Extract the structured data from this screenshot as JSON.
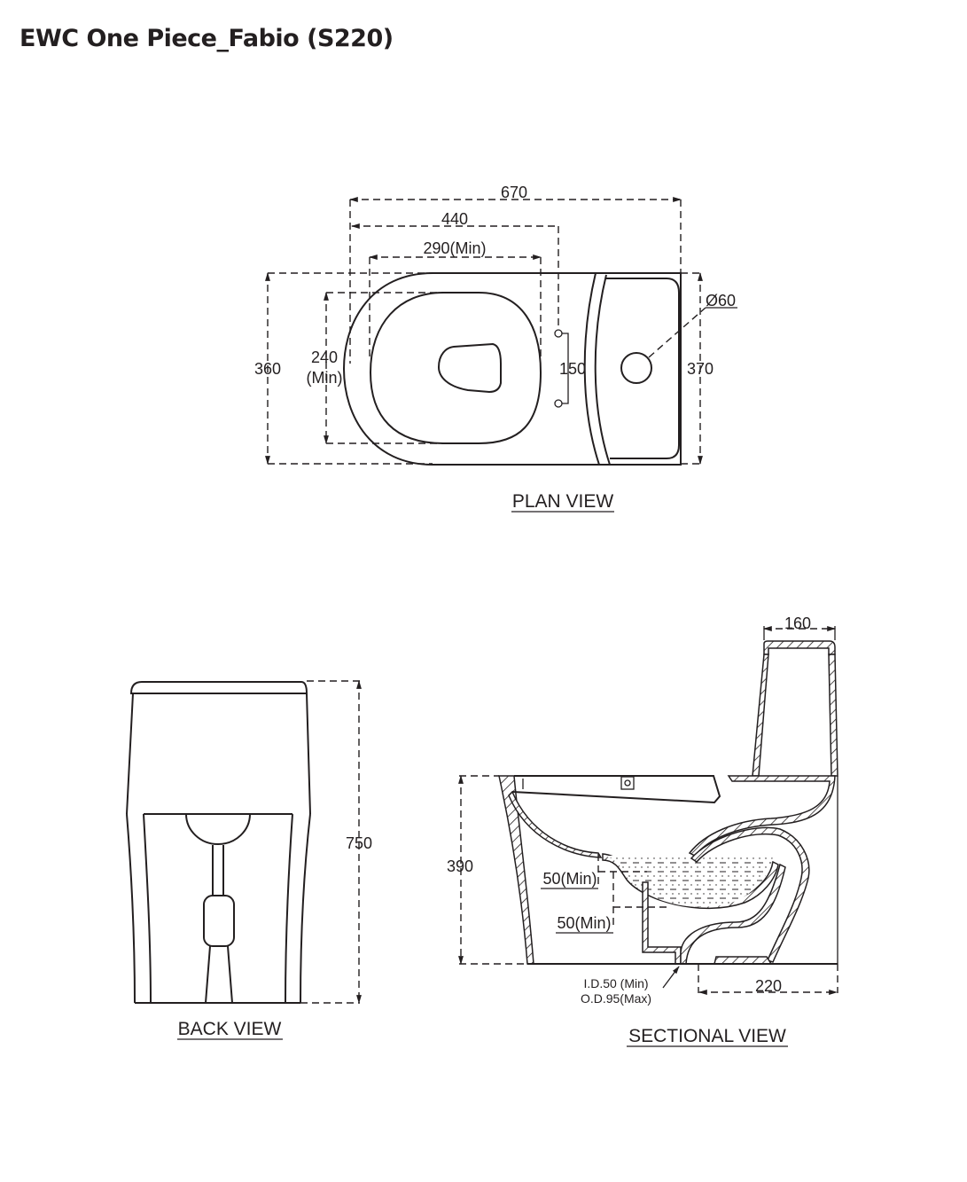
{
  "title": "EWC One Piece_Fabio (S220)",
  "plan_view": {
    "label": "PLAN VIEW",
    "dimensions": {
      "overall_length": "670",
      "bowl_length": "440",
      "seat_opening_length": "290(Min)",
      "seat_opening_width": "240",
      "seat_opening_width_note": "(Min)",
      "overall_width_left": "360",
      "overall_width_right": "370",
      "seat_hole_spacing": "150",
      "tank_hole_diameter": "Ø60"
    }
  },
  "back_view": {
    "label": "BACK VIEW",
    "dimensions": {
      "overall_height": "750"
    }
  },
  "sectional_view": {
    "label": "SECTIONAL VIEW",
    "dimensions": {
      "tank_width": "160",
      "rim_height": "390",
      "water_seal_upper": "50(Min)",
      "water_seal_lower": "50(Min)",
      "outlet_inner_diameter": "I.D.50 (Min)",
      "outlet_outer_diameter": "O.D.95(Max)",
      "rough_in": "220"
    }
  },
  "colors": {
    "ink": "#231f20",
    "background": "#ffffff"
  }
}
